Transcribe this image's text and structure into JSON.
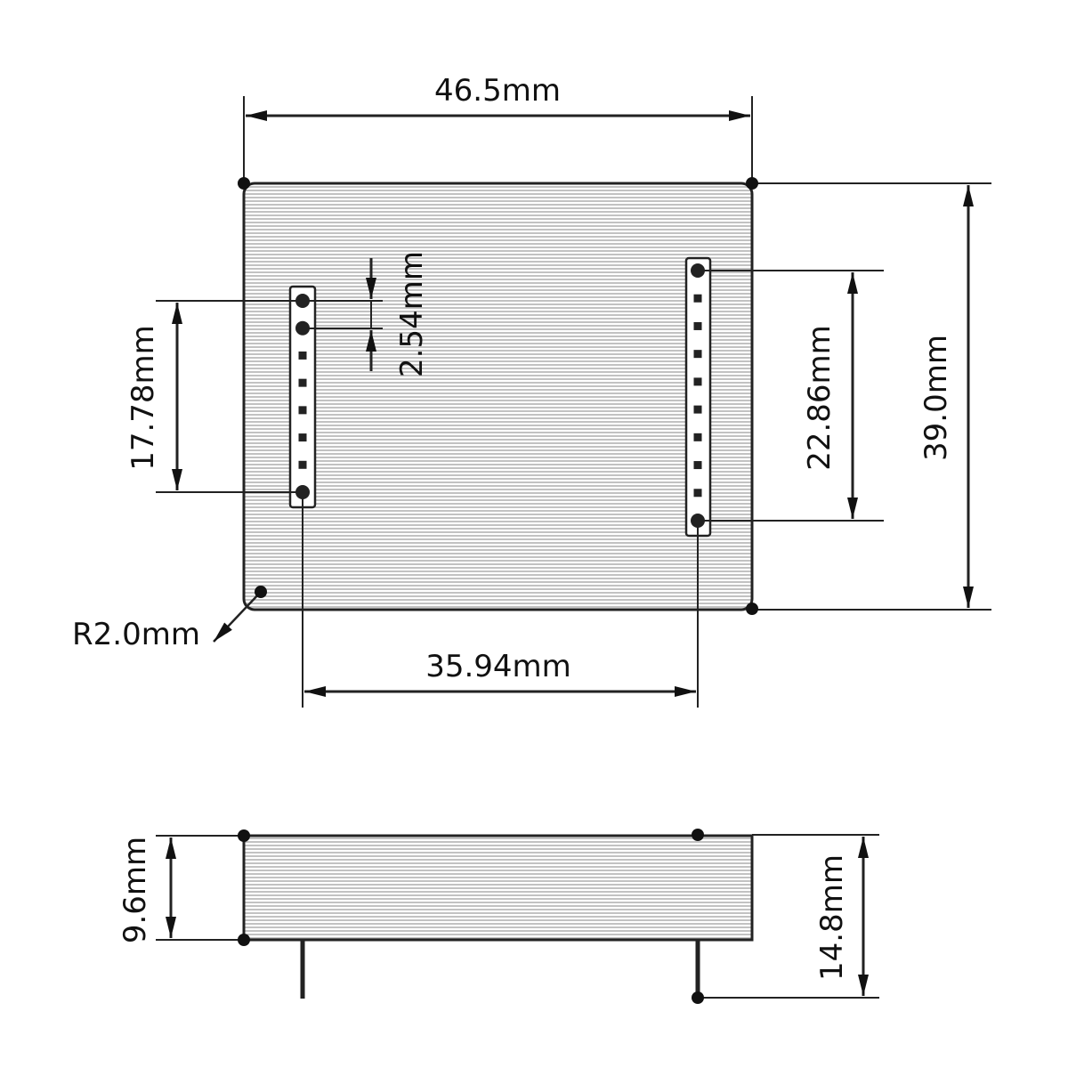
{
  "top_view": {
    "width_label": "46.5mm",
    "height_label": "39.0mm",
    "pin_pitch_label": "2.54mm",
    "left_row_span_label": "17.78mm",
    "right_row_span_label": "22.86mm",
    "row_spacing_label": "35.94mm",
    "corner_radius_label": "R2.0mm",
    "left_row_pin_count": 8,
    "right_row_pin_count": 10
  },
  "side_view": {
    "body_height_label": "9.6mm",
    "total_height_label": "14.8mm"
  },
  "colors": {
    "line": "#222222",
    "hatch": "#9a9a9a"
  }
}
